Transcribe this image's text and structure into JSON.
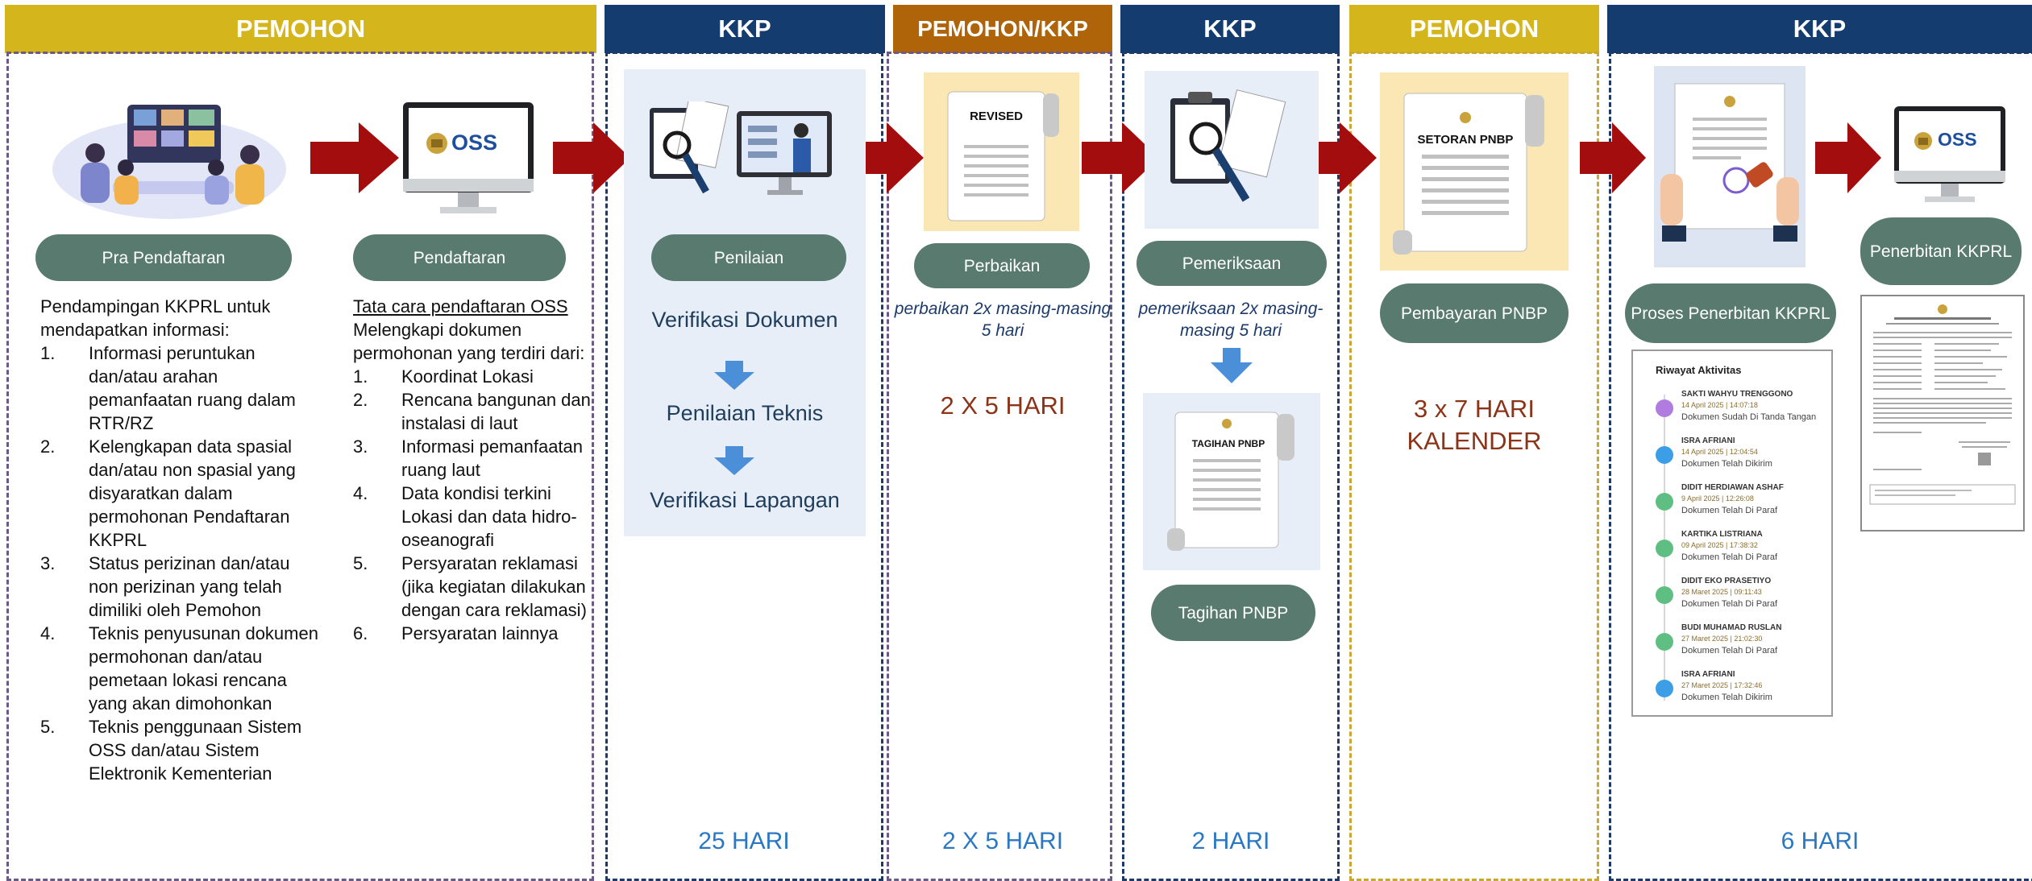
{
  "headers": [
    "PEMOHON",
    "KKP",
    "PEMOHON/KKP",
    "KKP",
    "PEMOHON",
    "KKP"
  ],
  "col1": {
    "pill": "Pra Pendaftaran",
    "intro": "Pendampingan KKPRL untuk mendapatkan informasi:",
    "items": [
      {
        "num": "1.",
        "text": "Informasi peruntukan dan/atau arahan pemanfaatan ruang dalam RTR/RZ"
      },
      {
        "num": "2.",
        "text": "Kelengkapan data spasial dan/atau non spasial yang disyaratkan dalam permohonan Pendaftaran KKPRL"
      },
      {
        "num": "3.",
        "text": "Status perizinan dan/atau non perizinan yang telah dimiliki oleh Pemohon"
      },
      {
        "num": "4.",
        "text": "Teknis penyusunan dokumen permohonan dan/atau pemetaan lokasi rencana yang akan dimohonkan"
      },
      {
        "num": "5.",
        "text": "Teknis penggunaan Sistem OSS dan/atau Sistem Elektronik Kementerian"
      }
    ]
  },
  "col2": {
    "logo": "OSS",
    "pill": "Pendaftaran",
    "title": "Tata cara pendaftaran OSS",
    "intro": "Melengkapi dokumen permohonan yang terdiri dari:",
    "items": [
      {
        "num": "1.",
        "text": "Koordinat Lokasi"
      },
      {
        "num": "2.",
        "text": "Rencana bangunan dan instalasi di laut"
      },
      {
        "num": "3.",
        "text": "Informasi pemanfaatan ruang laut"
      },
      {
        "num": "4.",
        "text": "Data kondisi terkini Lokasi dan data hidro-oseanografi"
      },
      {
        "num": "5.",
        "text": "Persyaratan reklamasi (jika kegiatan dilakukan dengan cara reklamasi)"
      },
      {
        "num": "6.",
        "text": "Persyaratan lainnya"
      }
    ]
  },
  "col3": {
    "pill": "Penilaian",
    "steps": [
      "Verifikasi Dokumen",
      "Penilaian Teknis",
      "Verifikasi Lapangan"
    ],
    "days": "25 HARI"
  },
  "col4": {
    "doc_title": "REVISED",
    "pill": "Perbaikan",
    "note": "perbaikan 2x masing-masing 5 hari",
    "mid_days": "2 X 5 HARI",
    "days": "2 X 5 HARI"
  },
  "col5": {
    "pill": "Pemeriksaan",
    "note": "pemeriksaan 2x masing-masing 5 hari",
    "doc_title": "TAGIHAN PNBP",
    "pill2": "Tagihan PNBP",
    "days": "2 HARI"
  },
  "col6": {
    "doc_title": "SETORAN PNBP",
    "pill": "Pembayaran PNBP",
    "mid_days": "3 x 7 HARI KALENDER"
  },
  "col7": {
    "pill1": "Proses Penerbitan KKPRL",
    "pill2": "Penerbitan KKPRL",
    "logo": "OSS",
    "days": "6 HARI",
    "activity": {
      "title": "Riwayat Aktivitas",
      "entries": [
        {
          "name": "SAKTI WAHYU TRENGGONO",
          "date": "14 April 2025 | 14:07:18",
          "status": "Dokumen Sudah Di Tanda Tangan"
        },
        {
          "name": "ISRA AFRIANI",
          "date": "14 April 2025 | 12:04:54",
          "status": "Dokumen Telah Dikirim"
        },
        {
          "name": "DIDIT HERDIAWAN ASHAF",
          "date": "9 April 2025 | 12:26:08",
          "status": "Dokumen Telah Di Paraf"
        },
        {
          "name": "KARTIKA LISTRIANA",
          "date": "09 April 2025 | 17:38:32",
          "status": "Dokumen Telah Di Paraf"
        },
        {
          "name": "DIDIT EKO PRASETIYO",
          "date": "28 Maret 2025 | 09:11:43",
          "status": "Dokumen Telah Di Paraf"
        },
        {
          "name": "BUDI MUHAMAD RUSLAN",
          "date": "27 Maret 2025 | 21:02:30",
          "status": "Dokumen Telah Di Paraf"
        },
        {
          "name": "ISRA AFRIANI",
          "date": "27 Maret 2025 | 17:32:46",
          "status": "Dokumen Telah Dikirim"
        }
      ]
    }
  }
}
